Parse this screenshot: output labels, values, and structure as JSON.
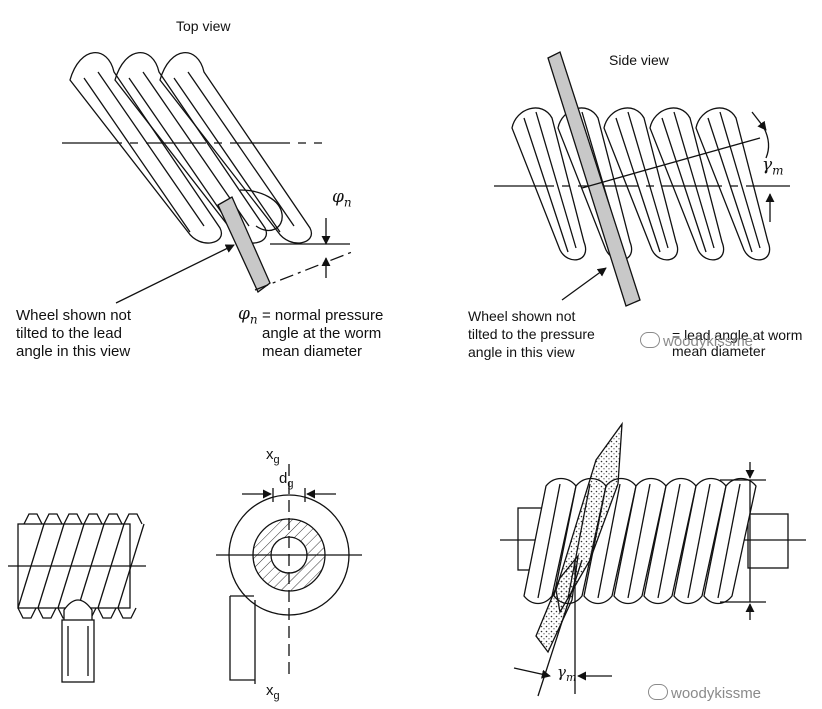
{
  "top_left": {
    "title": "Top view",
    "phi_symbol": "φ",
    "phi_sub": "n",
    "wheel_note": "Wheel shown not\ntilted to the lead\nangle in this view",
    "pressure_note": "= normal pressure\nangle at the worm\nmean diameter"
  },
  "top_right": {
    "title": "Side view",
    "gamma_symbol": "γ",
    "gamma_sub": "m",
    "wheel_note": "Wheel shown not\ntilted to the pressure\nangle in this view",
    "lead_note": "= lead angle at worm\nmean diameter"
  },
  "bottom_middle": {
    "xg_top": "x",
    "xg_top_sub": "g",
    "dg": "d",
    "dg_sub": "g",
    "xg_bottom": "x",
    "xg_bottom_sub": "g"
  },
  "bottom_right": {
    "gamma_symbol": "γ",
    "gamma_sub": "m"
  },
  "watermarks": [
    "woodykissme",
    "woodykissme"
  ],
  "colors": {
    "line": "#111111",
    "wheel_fill": "#c8c8c8",
    "hatch": "#333333",
    "watermark": "#8a8a8a"
  }
}
